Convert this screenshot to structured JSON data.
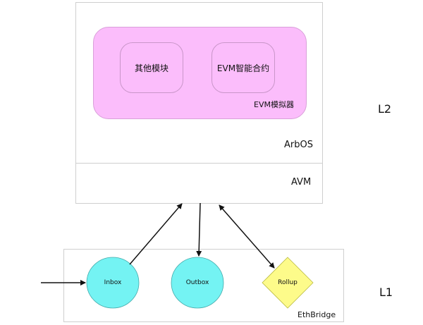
{
  "l2": {
    "layer_label": "L2",
    "arbos_label": "ArbOS",
    "avm_label": "AVM",
    "emulator": {
      "label": "EVM模拟器",
      "modules": [
        "其他模块",
        "EVM智能合约"
      ]
    }
  },
  "l1": {
    "layer_label": "L1",
    "bridge_label": "EthBridge",
    "nodes": {
      "inbox": "Inbox",
      "outbox": "Outbox",
      "rollup": "Rollup"
    }
  },
  "colors": {
    "emulator_fill": "#fbbdfb",
    "circle_fill": "#74f3f3",
    "diamond_fill": "#fdfb8a"
  }
}
